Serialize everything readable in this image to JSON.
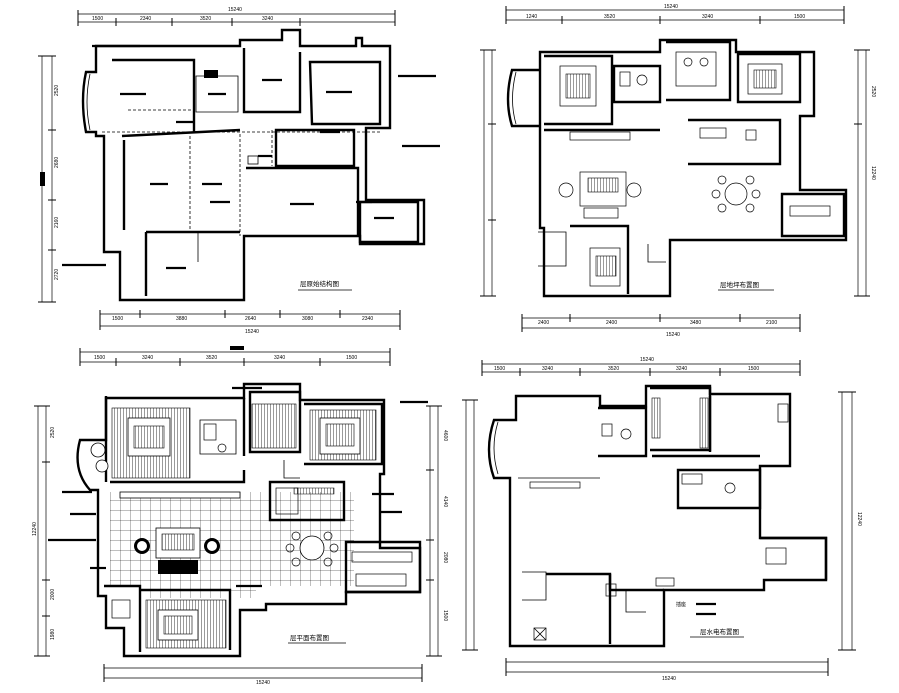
{
  "sheet": {
    "plans": [
      {
        "id": "top-left",
        "title": "层原始结构图",
        "top_dims": [
          "1500",
          "2340",
          "3520",
          "3240"
        ],
        "top_total": "15240",
        "bottom_dims": [
          "1500",
          "3880",
          "2640",
          "3080",
          "2340"
        ],
        "bottom_total": "15240",
        "left_dims": [
          "2520",
          "2680",
          "2160",
          "2720"
        ]
      },
      {
        "id": "top-right",
        "title": "层地坪布置图",
        "top_dims": [
          "1240",
          "3520",
          "3240",
          "1500"
        ],
        "top_total": "15240",
        "bottom_dims": [
          "2400",
          "2400",
          "3480",
          "2100"
        ],
        "bottom_total": "15240",
        "right_dims": [
          "2520",
          "12240"
        ]
      },
      {
        "id": "bottom-left",
        "title": "层平面布置图",
        "top_dims": [
          "1500",
          "3240",
          "3520",
          "3240",
          "1500"
        ],
        "top_total": "15240",
        "bottom_dims": [
          "15240"
        ],
        "bottom_total": "15240",
        "left_dims": [
          "2520",
          "12240",
          "2000",
          "1980"
        ],
        "right_dims": [
          "4600",
          "4140",
          "2080",
          "1500"
        ]
      },
      {
        "id": "bottom-right",
        "title": "层水电布置图",
        "top_dims": [
          "1500",
          "3240",
          "3520",
          "3240",
          "1500"
        ],
        "top_total": "15240",
        "bottom_dims": [
          "15240"
        ],
        "bottom_total": "15240",
        "right_dims": [
          "12240"
        ],
        "legend_label": "插座"
      }
    ]
  }
}
